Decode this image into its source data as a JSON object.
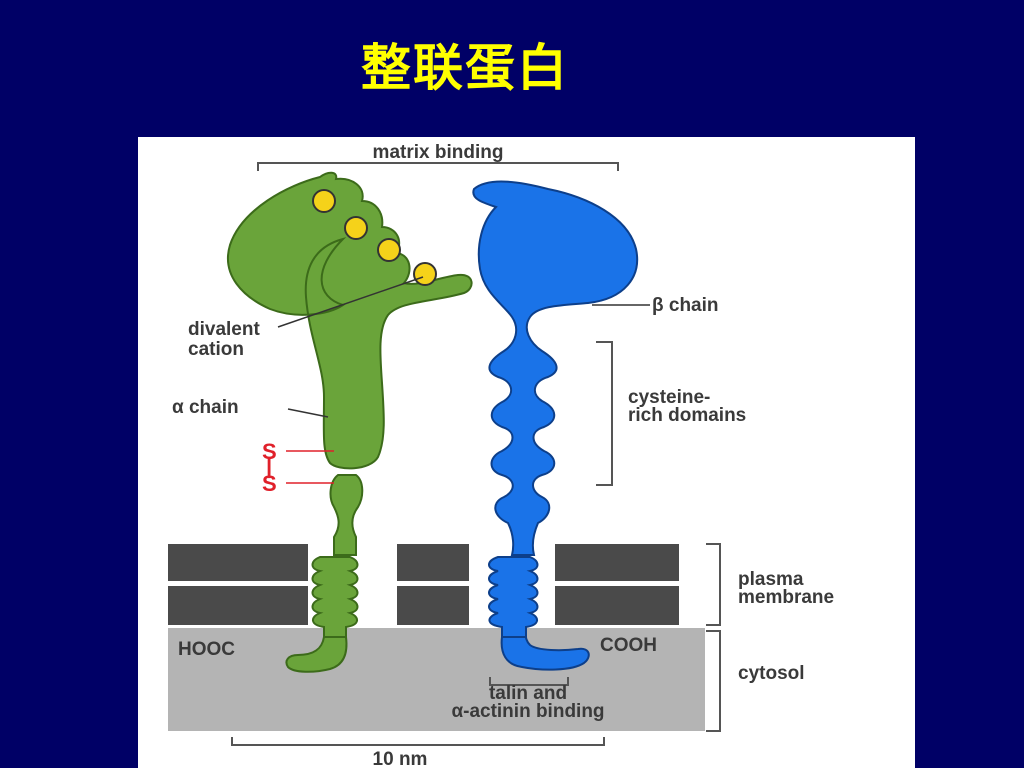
{
  "slide": {
    "title": "整联蛋白"
  },
  "diagram": {
    "labels": {
      "matrix_binding": "matrix binding",
      "beta_chain": "β chain",
      "divalent_1": "divalent",
      "divalent_2": "cation",
      "alpha_chain": "α chain",
      "cysteine_1": "cysteine-",
      "cysteine_2": "rich domains",
      "s_top": "S",
      "s_bottom": "S",
      "plasma_1": "plasma",
      "plasma_2": "membrane",
      "hooc": "HOOC",
      "cooh": "COOH",
      "cytosol": "cytosol",
      "talin_1": "talin and",
      "talin_2": "α-actinin binding",
      "scale": "10 nm"
    },
    "colors": {
      "alpha_fill": "#6aa43a",
      "beta_fill": "#1a73e8",
      "cation_fill": "#f5d21a",
      "membrane": "#4a4a4a",
      "cytosol": "#b4b4b4",
      "disulfide": "#e0202a"
    }
  }
}
